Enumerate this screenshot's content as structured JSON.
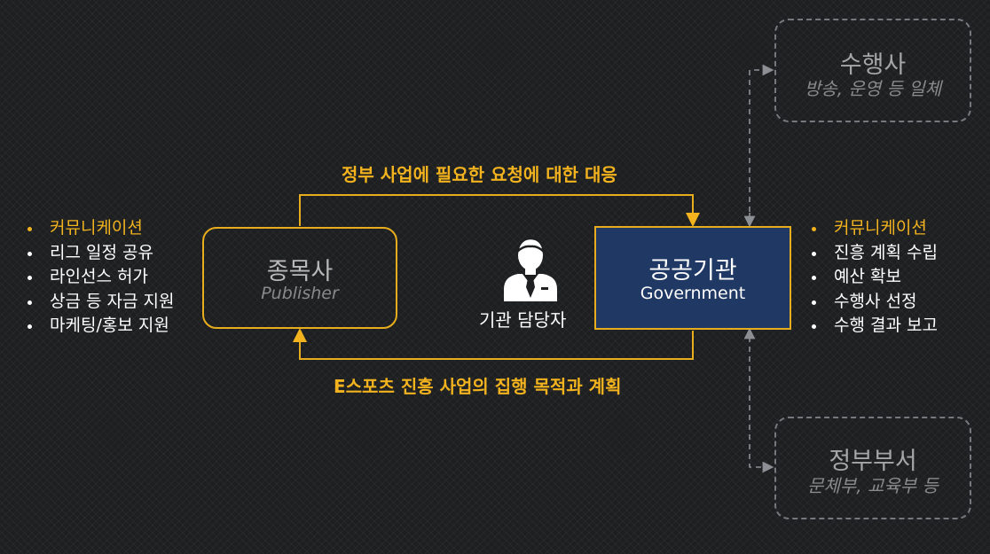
{
  "publisher": {
    "title": "종목사",
    "subtitle": "Publisher"
  },
  "government": {
    "title": "공공기관",
    "subtitle": "Government"
  },
  "contractor": {
    "title": "수행사",
    "subtitle": "방송, 운영 등 일체"
  },
  "ministry": {
    "title": "정부부서",
    "subtitle": "문체부, 교육부 등"
  },
  "flows": {
    "top_label": "정부 사업에 필요한 요청에 대한 대응",
    "bottom_label": "E스포츠 진흥 사업의 집행 목적과 계획"
  },
  "officer": {
    "label": "기관 담당자",
    "icon": "business-person-icon"
  },
  "left_list": [
    "커뮤니케이션",
    "리그 일정 공유",
    "라인선스 허가",
    "상금 등 자금 지원",
    "마케팅/홍보 지원"
  ],
  "right_list": [
    "커뮤니케이션",
    "진흥 계획 수립",
    "예산 확보",
    "수행사 선정",
    "수행 결과 보고"
  ],
  "colors": {
    "background": "#1e1f21",
    "accent": "#f2b31e",
    "box_border": "#e8ad1c",
    "government_fill": "#1f3864",
    "dashed_gray": "#75787d"
  }
}
